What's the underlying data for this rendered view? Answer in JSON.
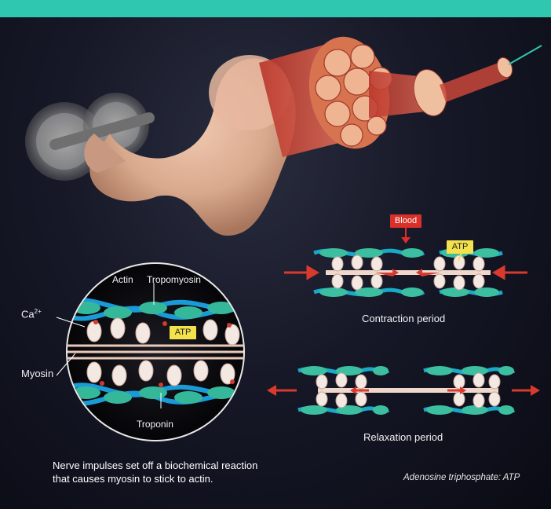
{
  "labels": {
    "blood": "Blood",
    "atp_contraction": "ATP",
    "atp_zoom": "ATP",
    "actin": "Actin",
    "tropomyosin": "Tropomyosin",
    "ca_base": "Ca",
    "ca_sup": "2+",
    "myosin": "Myosin",
    "troponin": "Troponin",
    "contraction_period": "Contraction period",
    "relaxation_period": "Relaxation period"
  },
  "caption": {
    "line1": "Nerve impulses set off a biochemical reaction",
    "line2": "that causes myosin to stick to actin."
  },
  "footnote": "Adenosine triphosphate: ATP",
  "colors": {
    "accent_bar": "#2fc7b0",
    "actin": "#2fb3a0",
    "myosin_heads": "#f4e8e3",
    "arrows": "#d93a2e",
    "blood_tag": "#d9302a",
    "atp_tag": "#f3e24c",
    "muscle": "#d9a98d"
  }
}
